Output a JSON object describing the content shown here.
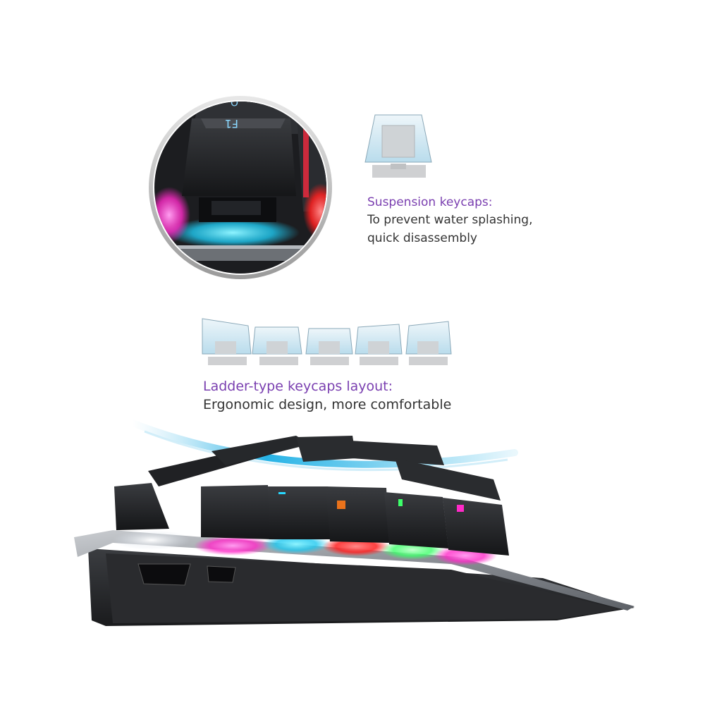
{
  "suspension": {
    "title": "Suspension keycaps:",
    "line1": "To prevent water splashing,",
    "line2": "quick disassembly"
  },
  "ladder": {
    "title": "Ladder-type keycaps layout:",
    "line1": "Ergonomic design, more comfortable"
  },
  "colors": {
    "heading": "#7a3fb0",
    "text": "#333333",
    "cyan_glow": "#28d8ff",
    "magenta_glow": "#ff2ac8",
    "red_glow": "#ff2020",
    "green_glow": "#3dff6a"
  }
}
